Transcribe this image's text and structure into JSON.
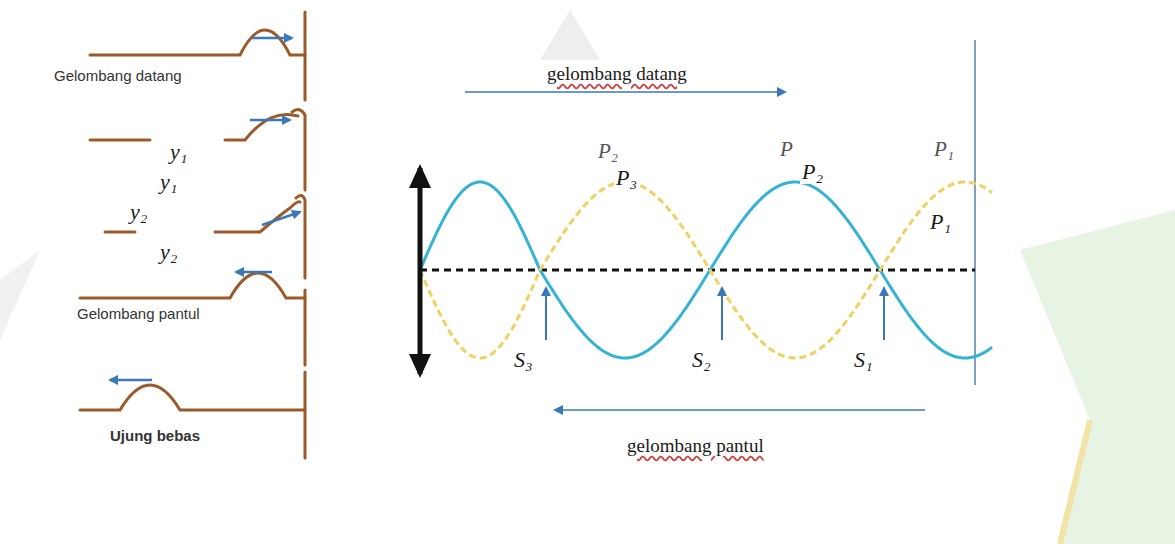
{
  "diagram": {
    "labels": [
      "Gelombang datang",
      "y₁",
      "y₁",
      "y₂",
      "y₂",
      "Gelombang pantul",
      "Ujung bebas",
      "gelombang datang",
      "gelombang pantul",
      "P₂",
      "P₃",
      "P",
      "P₂",
      "P₁",
      "P₁",
      "S₃",
      "S₂",
      "S₁"
    ]
  }
}
